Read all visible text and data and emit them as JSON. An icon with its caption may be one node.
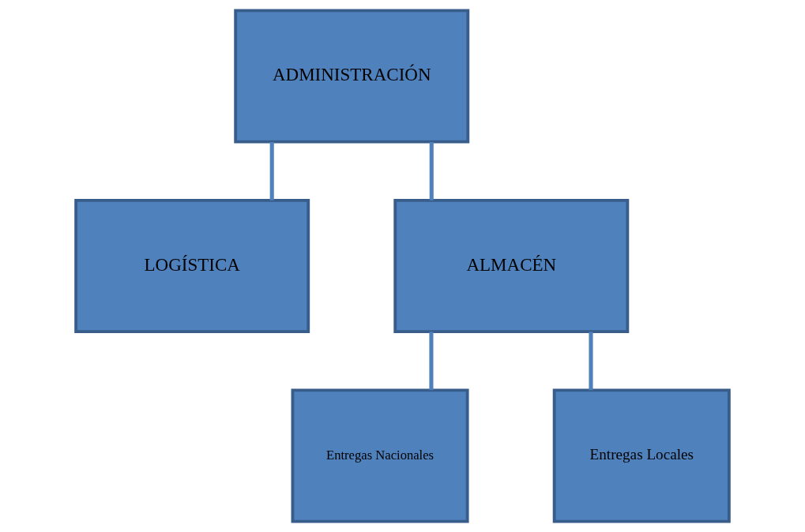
{
  "diagram": {
    "nodes": [
      {
        "text": [
          "ADMINISTRACIÓN"
        ]
      },
      {
        "text": [
          "LOGÍSTICA"
        ]
      },
      {
        "text": [
          "ALMACÉN"
        ]
      },
      {
        "text": [
          "Entregas Nacionales"
        ]
      },
      {
        "text": [
          "Entregas Locales"
        ]
      }
    ],
    "edges": [
      {
        "from": 0,
        "to": 1,
        "arrow": "none"
      },
      {
        "from": 0,
        "to": 2,
        "arrow": "none"
      },
      {
        "from": 2,
        "to": 3,
        "arrow": "none"
      },
      {
        "from": 2,
        "to": 4,
        "arrow": "none"
      }
    ]
  }
}
